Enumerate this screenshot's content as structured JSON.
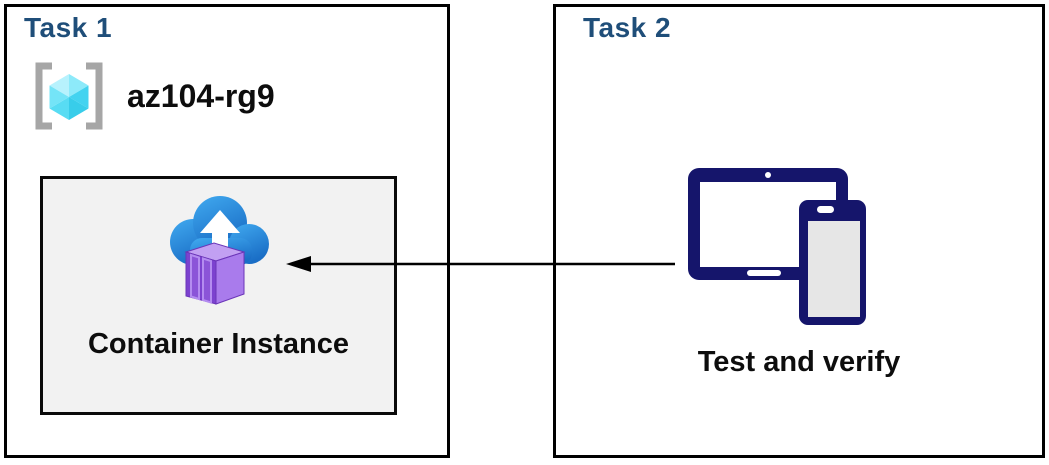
{
  "diagram": {
    "tasks": [
      {
        "title": "Task 1",
        "resource_group": {
          "name": "az104-rg9",
          "icon": "resource-group-icon"
        },
        "node": {
          "label": "Container Instance",
          "icon": "container-instance-icon"
        }
      },
      {
        "title": "Task 2",
        "node": {
          "label": "Test and verify",
          "icon": "devices-icon"
        }
      }
    ],
    "connector": {
      "type": "arrow",
      "direction": "right-to-left",
      "from": "Test and verify",
      "to": "Container Instance"
    },
    "colors": {
      "task_title_blue": "#1f4e79",
      "panel_border": "#000000",
      "node_box_bg": "#f2f2f2",
      "device_navy": "#15156b",
      "device_phone_screen": "#e6e6e6",
      "cloud_blue_light": "#41aaf0",
      "cloud_blue_dark": "#1a6ec6",
      "container_purple_front": "#7c42cf",
      "container_purple_side": "#a97bec",
      "container_purple_top": "#c2a0f2",
      "cube_cyan": "#50dcf2",
      "bracket_gray": "#a6a6a6",
      "arrow_black": "#000000"
    }
  }
}
